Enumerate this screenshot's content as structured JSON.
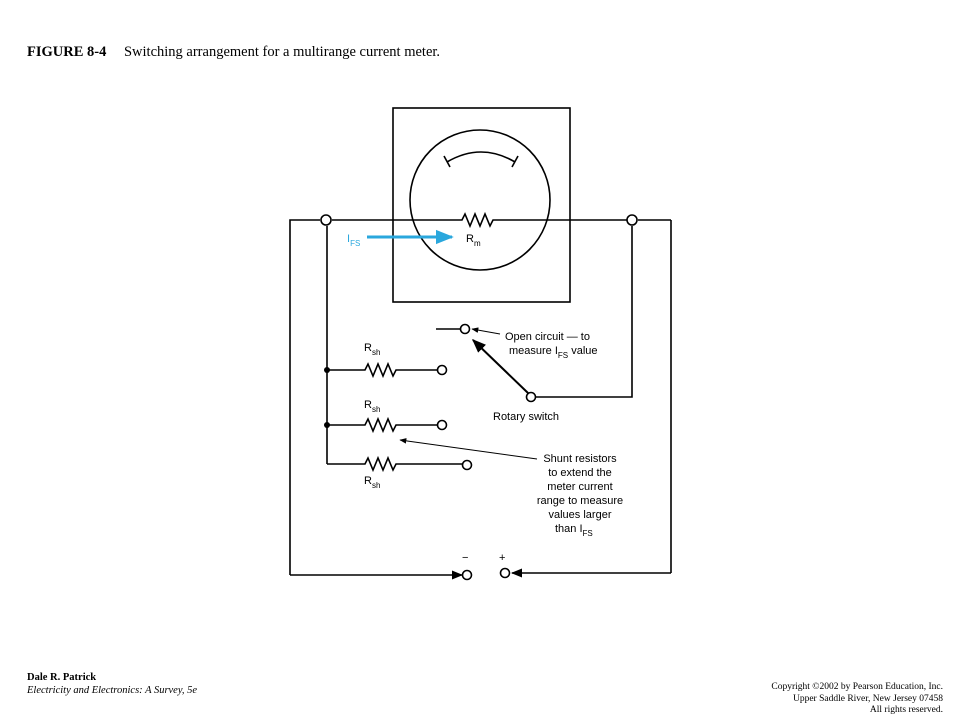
{
  "figure": {
    "number": "FIGURE 8-4",
    "caption": "Switching arrangement for a multirange current meter."
  },
  "diagram": {
    "current_label": "I",
    "current_sub": "FS",
    "meter_resistor_label": "R",
    "meter_resistor_sub": "m",
    "shunt_label": "R",
    "shunt_sub": "sh",
    "open_circuit_line1": "Open circuit — to",
    "open_circuit_line2_a": "measure I",
    "open_circuit_line2_sub": "FS",
    "open_circuit_line2_b": " value",
    "rotary_switch": "Rotary switch",
    "shunt_note_lines": [
      "Shunt resistors",
      "to extend the",
      "meter current",
      "range to measure",
      "values larger"
    ],
    "shunt_note_last_a": "than I",
    "shunt_note_last_sub": "FS",
    "minus": "−",
    "plus": "+",
    "arrow_color": "#2aa7dd"
  },
  "footer": {
    "author": "Dale R. Patrick",
    "book": "Electricity and Electronics: A Survey, 5e",
    "copyright_lines": [
      "Copyright ©2002 by Pearson Education, Inc.",
      "Upper Saddle River, New Jersey 07458",
      "All rights reserved."
    ]
  }
}
